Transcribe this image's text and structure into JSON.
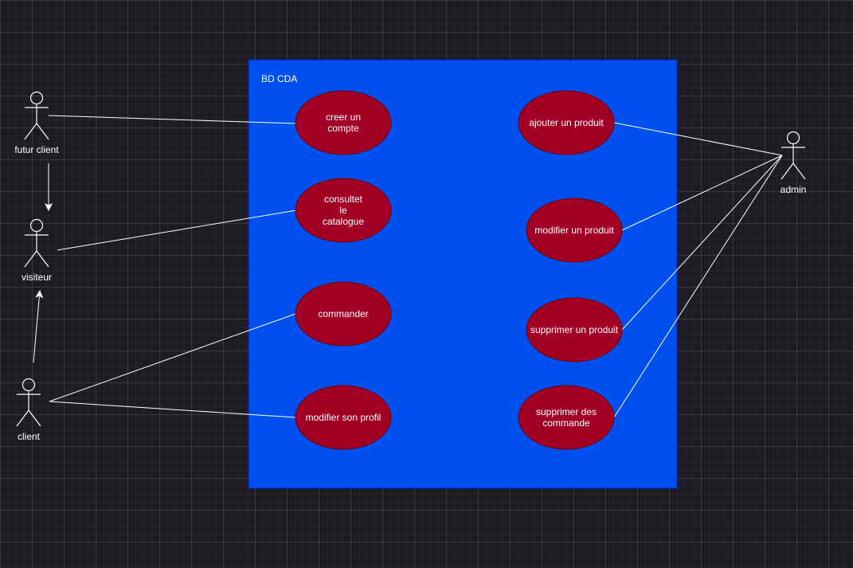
{
  "system": {
    "title": "BD CDA",
    "fill": "#0050ef"
  },
  "colors": {
    "background": "#1e1c22",
    "usecase_fill": "#a20025",
    "line": "#ffffff"
  },
  "actors": [
    {
      "id": "futur-client",
      "label": "futur client"
    },
    {
      "id": "visiteur",
      "label": "visiteur"
    },
    {
      "id": "client",
      "label": "client"
    },
    {
      "id": "admin",
      "label": "admin"
    }
  ],
  "usecases": [
    {
      "id": "creer-compte",
      "lines": [
        "creer un",
        "compte"
      ]
    },
    {
      "id": "consulter-catalogue",
      "lines": [
        "consultet",
        "le",
        "catalogue"
      ]
    },
    {
      "id": "commander",
      "lines": [
        "commander"
      ]
    },
    {
      "id": "modifier-profil",
      "lines": [
        "modifier son profil"
      ]
    },
    {
      "id": "ajouter-produit",
      "lines": [
        "ajouter un produit"
      ]
    },
    {
      "id": "modifier-produit",
      "lines": [
        "modifier un produit"
      ]
    },
    {
      "id": "supprimer-produit",
      "lines": [
        "supprimer un produit"
      ]
    },
    {
      "id": "supprimer-commande",
      "lines": [
        "supprimer des",
        "commande"
      ]
    }
  ],
  "associations": [
    {
      "from": "futur-client",
      "to": "creer-compte"
    },
    {
      "from": "visiteur",
      "to": "consulter-catalogue"
    },
    {
      "from": "client",
      "to": "commander"
    },
    {
      "from": "client",
      "to": "modifier-profil"
    },
    {
      "from": "admin",
      "to": "ajouter-produit"
    },
    {
      "from": "admin",
      "to": "modifier-produit"
    },
    {
      "from": "admin",
      "to": "supprimer-produit"
    },
    {
      "from": "admin",
      "to": "supprimer-commande"
    }
  ],
  "relations": [
    {
      "from": "futur-client",
      "to": "visiteur",
      "arrow": "open"
    },
    {
      "from": "client",
      "to": "visiteur",
      "arrow": "open"
    }
  ]
}
